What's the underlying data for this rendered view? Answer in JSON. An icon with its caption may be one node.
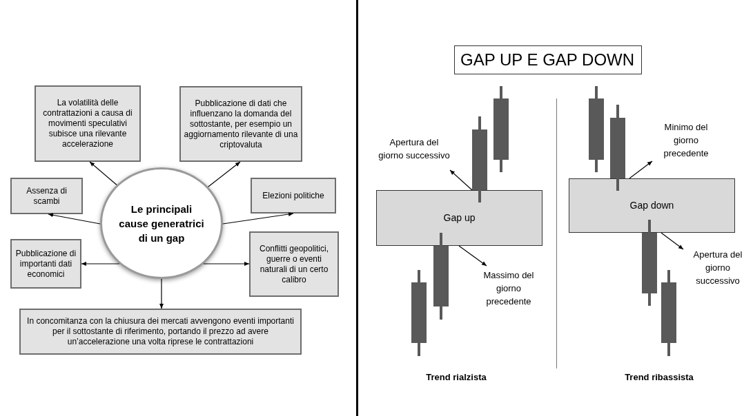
{
  "diagram": {
    "title": "GAP UP E GAP DOWN",
    "nodes": [
      {
        "text": [
          "Le principali cause generatrici di un gap"
        ]
      },
      {
        "text": [
          "La volatilità delle contrattazioni a causa di movimenti speculativi subisce una rilevante accelerazione"
        ]
      },
      {
        "text": [
          "Pubblicazione di dati che influenzano la domanda del sottostante, per esempio un aggiornamento rilevante di una criptovaluta"
        ]
      },
      {
        "text": [
          "Assenza di scambi"
        ]
      },
      {
        "text": [
          "Elezioni politiche"
        ]
      },
      {
        "text": [
          "Pubblicazione di importanti dati economici"
        ]
      },
      {
        "text": [
          "Conflitti geopolitici, guerre o eventi naturali di un certo calibro"
        ]
      },
      {
        "text": [
          "In concomitanza con la chiusura dei mercati avvengono eventi importanti per il sottostante di riferimento, portando il prezzo ad avere un’accelerazione una volta riprese le contrattazioni"
        ]
      },
      {
        "text": [
          "Apertura del giorno successivo"
        ]
      },
      {
        "text": [
          "Gap up"
        ]
      },
      {
        "text": [
          "Massimo del giorno precedente"
        ]
      },
      {
        "text": [
          "Minimo del giorno precedente"
        ]
      },
      {
        "text": [
          "Gap down"
        ]
      },
      {
        "text": [
          "Apertura del giorno successivo"
        ]
      }
    ],
    "edges": [
      {
        "from": 0,
        "to": 1,
        "arrow": "to"
      },
      {
        "from": 0,
        "to": 2,
        "arrow": "to"
      },
      {
        "from": 0,
        "to": 3,
        "arrow": "to"
      },
      {
        "from": 0,
        "to": 4,
        "arrow": "to"
      },
      {
        "from": 0,
        "to": 5,
        "arrow": "to"
      },
      {
        "from": 0,
        "to": 6,
        "arrow": "to"
      },
      {
        "from": 0,
        "to": 7,
        "arrow": "to"
      },
      {
        "from": 9,
        "to": 8,
        "arrow": "to"
      },
      {
        "from": 9,
        "to": 10,
        "arrow": "to"
      },
      {
        "from": 12,
        "to": 11,
        "arrow": "to"
      },
      {
        "from": 12,
        "to": 13,
        "arrow": "to"
      }
    ],
    "labels": [
      "Trend rialzista",
      "Trend ribassista"
    ]
  }
}
